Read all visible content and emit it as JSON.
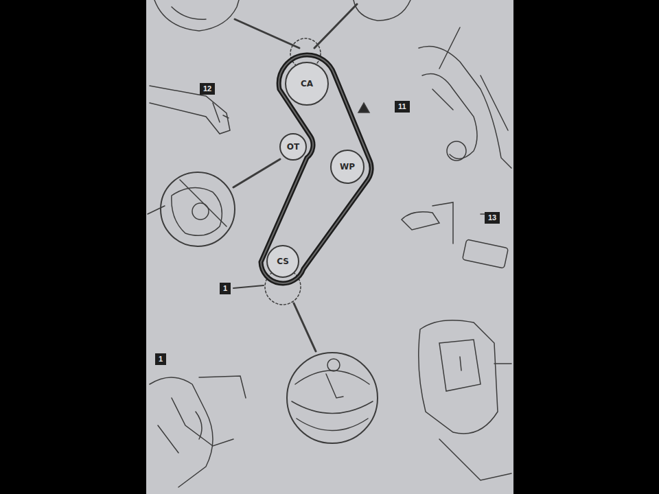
{
  "diagram": {
    "nodes": [
      {
        "text": [
          "CA"
        ]
      },
      {
        "text": [
          "OT"
        ]
      },
      {
        "text": [
          "WP"
        ]
      },
      {
        "text": [
          "CS"
        ]
      }
    ],
    "labels": [
      "12",
      "11",
      "13",
      "1",
      "1"
    ]
  }
}
